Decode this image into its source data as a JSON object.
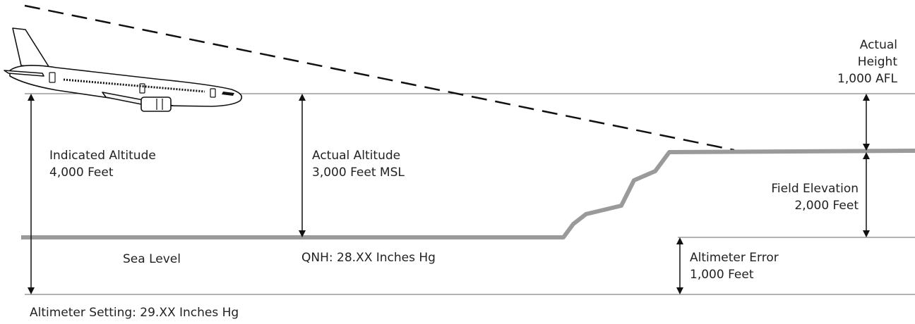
{
  "title": "",
  "labels": {
    "indicated_altitude": [
      "Indicated Altitude",
      "4,000 Feet"
    ],
    "actual_altitude": [
      "Actual Altitude",
      "3,000 Feet MSL"
    ],
    "actual_height": [
      "Actual",
      "Height",
      "1,000 AFL"
    ],
    "field_elevation": [
      "Field Elevation",
      "2,000 Feet"
    ],
    "sea_level": "Sea Level",
    "qnh": "QNH: 28.XX Inches Hg",
    "altimeter_error": [
      "Altimeter Error",
      "1,000 Feet"
    ],
    "altimeter_setting": "Altimeter Setting: 29.XX Inches Hg"
  },
  "colors": {
    "ground": "#9a9a9a",
    "line": "#555555",
    "arrow": "#111111",
    "text": "#222222"
  },
  "icons": {
    "aircraft": "jet-airliner-icon"
  }
}
